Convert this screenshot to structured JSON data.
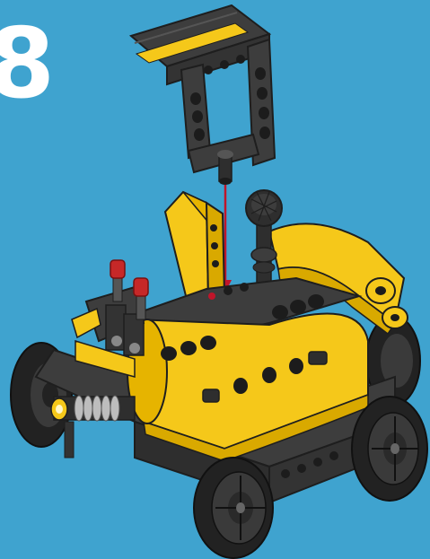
{
  "instruction_step": {
    "number": "8"
  },
  "colors": {
    "background": "#3fa3cf",
    "step_number": "#ffffff",
    "brick_yellow": "#f5c81a",
    "brick_dark_gray": "#3d3d3d",
    "tire_black": "#222222",
    "lever_red": "#c62828",
    "assembly_arrow": "#c0152a"
  },
  "illustration": {
    "subject": "yellow-and-gray-brick-vehicle",
    "parts": [
      "top-frame-part",
      "main-body",
      "wheels",
      "red-levers",
      "exhaust-spring",
      "knob-gear"
    ]
  }
}
